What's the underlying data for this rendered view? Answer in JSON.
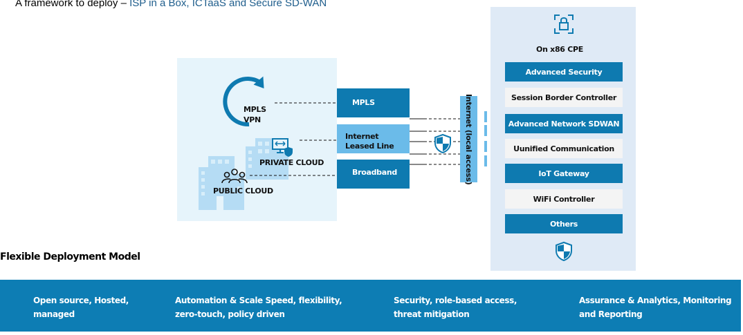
{
  "title": {
    "prefix": "A framework to deploy – ",
    "accent": "ISP in a Box, ICTaaS and Secure SD-WAN"
  },
  "left_panel": {
    "mpls_vpn_line1": "MPLS",
    "mpls_vpn_line2": "VPN",
    "private_cloud": "PRIVATE CLOUD",
    "public_cloud": "PUBLIC CLOUD"
  },
  "links": [
    {
      "line1": "MPLS",
      "line2": ""
    },
    {
      "line1": "Internet",
      "line2": "Leased Line"
    },
    {
      "line1": "Broadband",
      "line2": ""
    }
  ],
  "internet_bar": {
    "label": "Internet (local access)"
  },
  "cpe_panel": {
    "title": "On x86 CPE",
    "items": [
      {
        "label": "Advanced Security",
        "style": "dark"
      },
      {
        "label": "Session Border Controller",
        "style": "light"
      },
      {
        "label": "Advanced Network SDWAN",
        "style": "dark"
      },
      {
        "label": "Uunified Communication",
        "style": "light"
      },
      {
        "label": "IoT Gateway",
        "style": "dark"
      },
      {
        "label": "WiFi Controller",
        "style": "light"
      },
      {
        "label": "Others",
        "style": "dark"
      }
    ]
  },
  "section_label": "Flexible Deployment Model",
  "bottom_bar": {
    "columns": [
      {
        "line1": "Open source, Hosted,",
        "line2": "managed"
      },
      {
        "line1": "Automation & Scale Speed, flexibility,",
        "line2": "zero-touch, policy driven"
      },
      {
        "line1": "Security, role-based access,",
        "line2": "threat mitigation"
      },
      {
        "line1": "Assurance & Analytics, Monitoring",
        "line2": "and Reporting"
      }
    ]
  },
  "colors": {
    "primary_blue": "#0e7ab0",
    "light_blue": "#6bbbe9",
    "panel_bg": "#e6f4fb",
    "cpe_bg": "#dfeaf6",
    "bar_blue": "#0d7db4",
    "title_accent": "#1e5d8c"
  }
}
